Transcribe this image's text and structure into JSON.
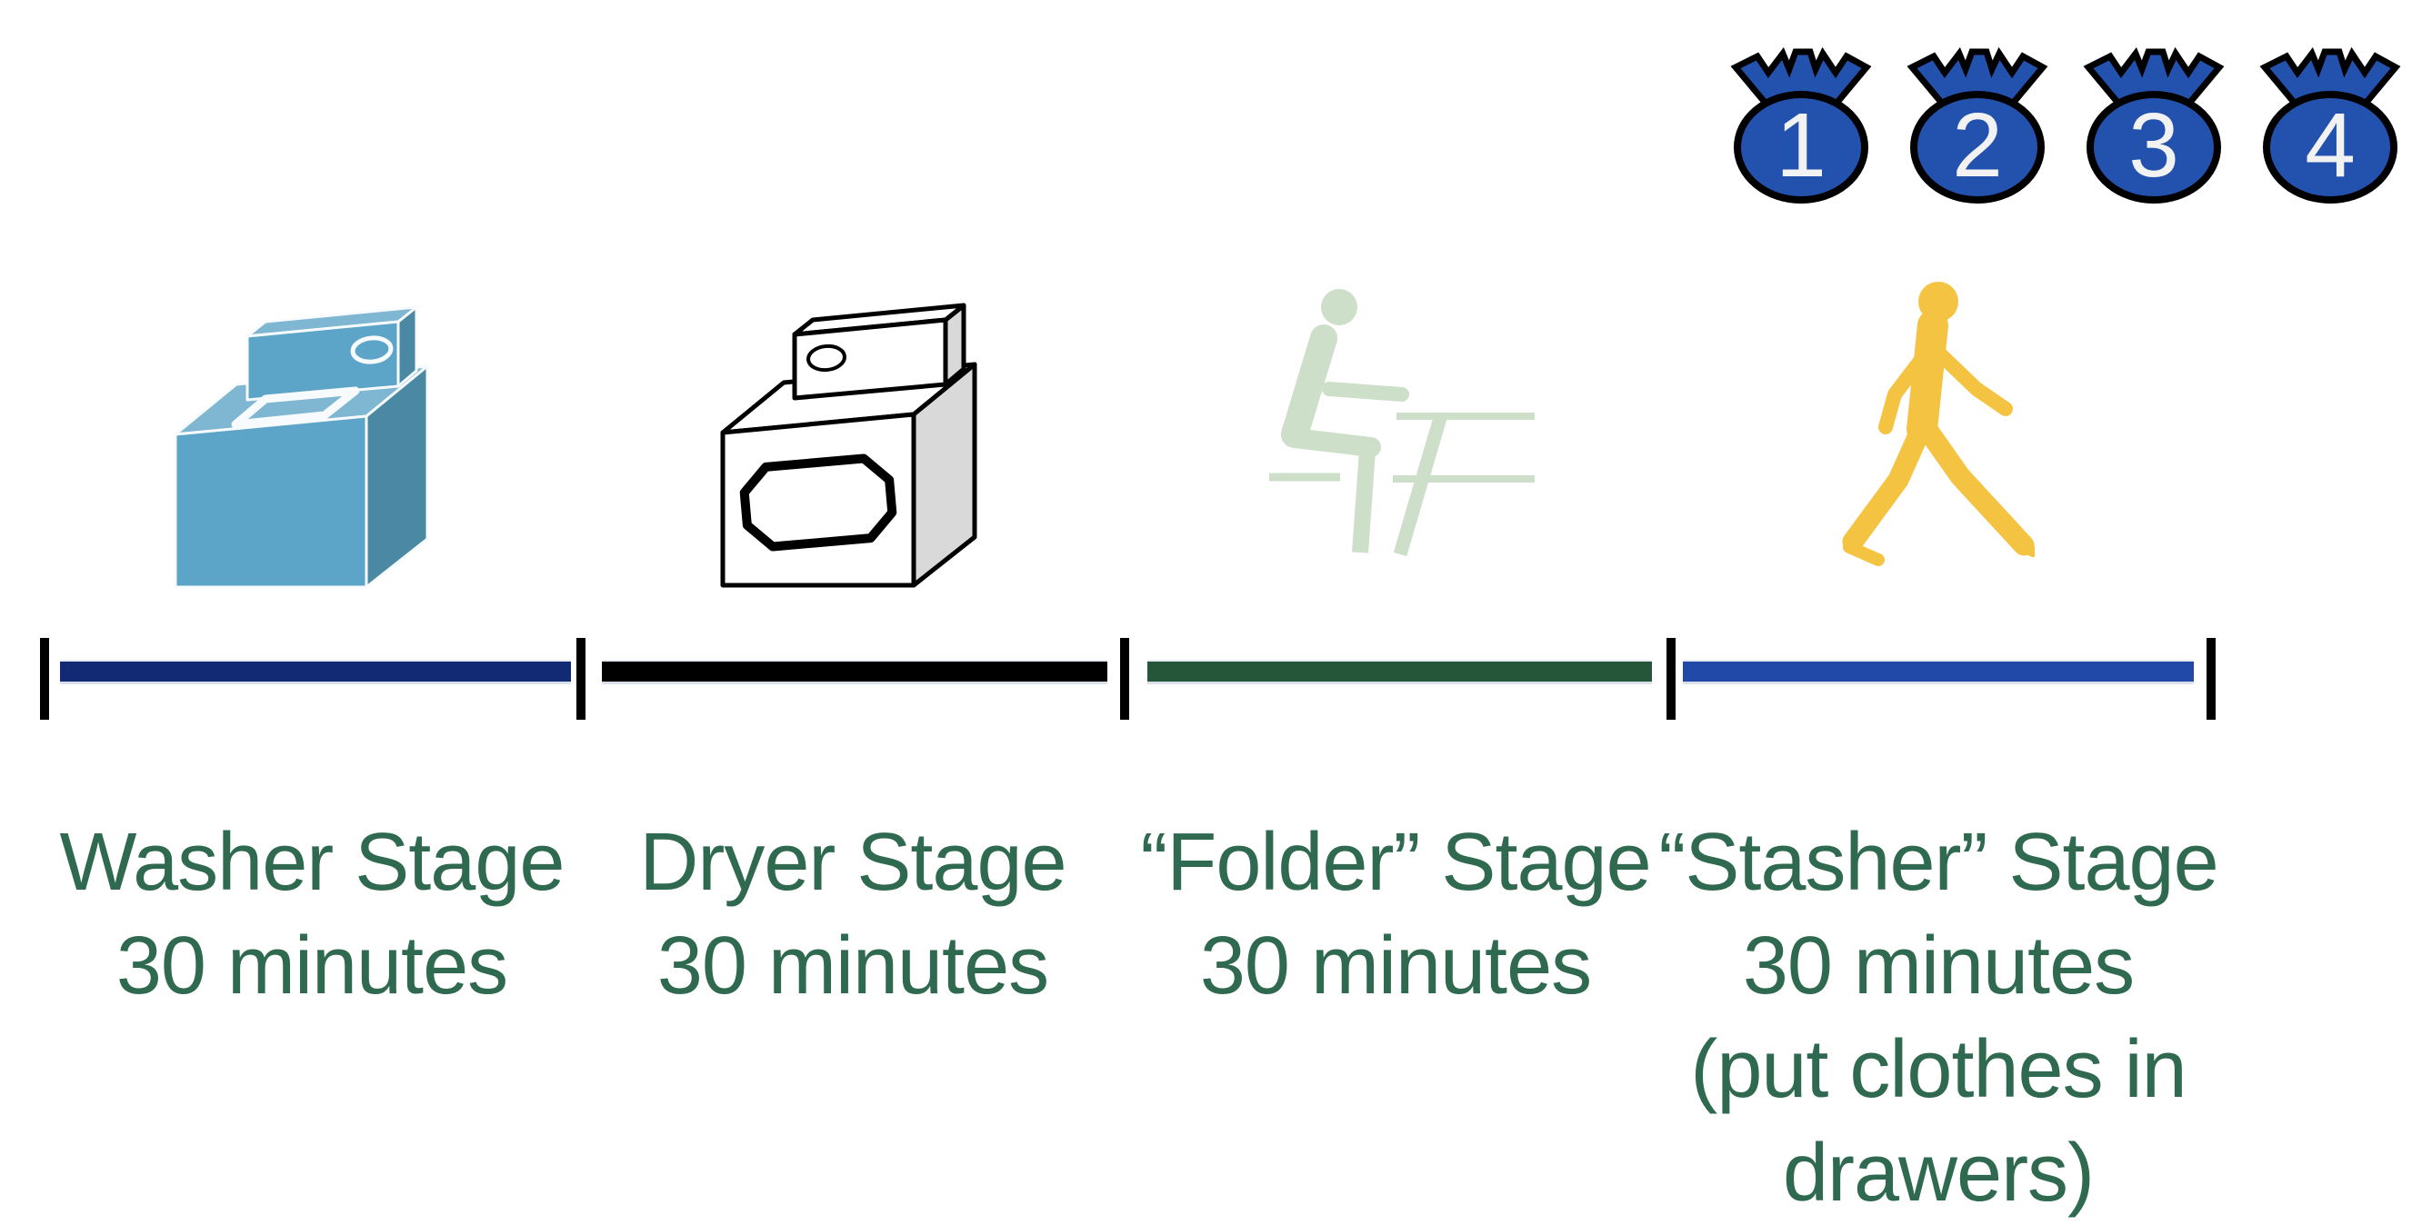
{
  "stages": [
    {
      "title": "Washer Stage",
      "duration": "30 minutes",
      "note": "",
      "icon": "washing-machine",
      "bar_color": "#122973"
    },
    {
      "title": "Dryer Stage",
      "duration": "30 minutes",
      "note": "",
      "icon": "dryer-machine",
      "bar_color": "#000000"
    },
    {
      "title": "“Folder” Stage",
      "duration": "30 minutes",
      "note": "",
      "icon": "person-folding-at-table",
      "bar_color": "#26563A"
    },
    {
      "title": "“Stasher” Stage",
      "duration": "30 minutes",
      "note": "(put clothes in drawers)",
      "icon": "person-walking",
      "bar_color": "#2149A8"
    }
  ],
  "bags": {
    "labels": [
      "1",
      "2",
      "3",
      "4"
    ]
  },
  "colors": {
    "label_text": "#2F6A50",
    "tick": "#000000",
    "bag_fill": "#2352AE",
    "bag_number": "#F2F2F2",
    "washer_front": "#5CA4C8",
    "washer_top": "#7FB6D2",
    "washer_side": "#4B88A3",
    "dryer_side": "#D9D9D9",
    "folder_icon": "#CDDFC8",
    "walker_icon": "#F5C342"
  }
}
